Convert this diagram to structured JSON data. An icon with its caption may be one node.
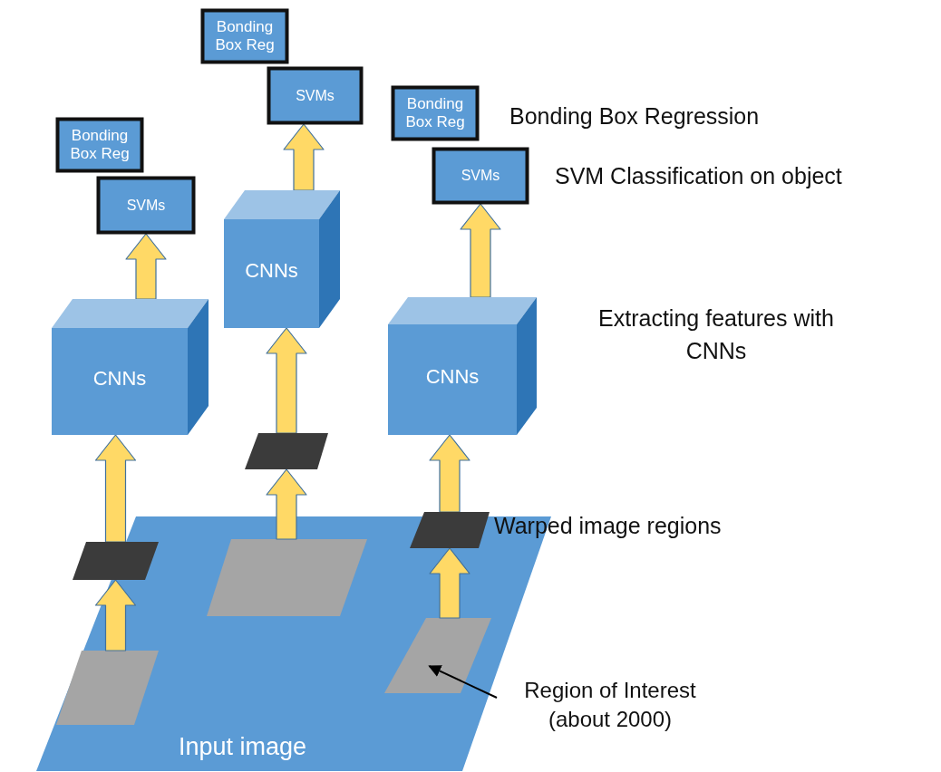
{
  "diagram": {
    "nodes": [
      {
        "text": [
          "Input image"
        ]
      },
      {
        "text": [],
        "shape": "parallelogram",
        "in": 0
      },
      {
        "text": [],
        "shape": "parallelogram",
        "in": 0
      },
      {
        "text": [],
        "shape": "parallelogram",
        "in": 0
      },
      {
        "text": [],
        "shape": "parallelogram"
      },
      {
        "text": [],
        "shape": "parallelogram"
      },
      {
        "text": [],
        "shape": "parallelogram"
      },
      {
        "text": [
          "CNNs"
        ]
      },
      {
        "text": [
          "CNNs"
        ]
      },
      {
        "text": [
          "CNNs"
        ]
      },
      {
        "text": [
          "SVMs"
        ]
      },
      {
        "text": [
          "SVMs"
        ]
      },
      {
        "text": [
          "SVMs"
        ]
      },
      {
        "text": [
          "Bonding Box Reg"
        ]
      },
      {
        "text": [
          "Bonding Box Reg"
        ]
      },
      {
        "text": [
          "Bonding Box Reg"
        ]
      },
      {
        "text": [
          "Region of Interest (about 2000)"
        ]
      }
    ],
    "edges": [
      {
        "from": 1,
        "to": 4,
        "arrow": "to"
      },
      {
        "from": 4,
        "to": 7,
        "arrow": "to"
      },
      {
        "from": 7,
        "to": 10,
        "arrow": "to"
      },
      {
        "from": 2,
        "to": 5,
        "arrow": "to"
      },
      {
        "from": 5,
        "to": 8,
        "arrow": "to"
      },
      {
        "from": 8,
        "to": 11,
        "arrow": "to"
      },
      {
        "from": 3,
        "to": 6,
        "arrow": "to"
      },
      {
        "from": 6,
        "to": 9,
        "arrow": "to"
      },
      {
        "from": 9,
        "to": 12,
        "arrow": "to"
      },
      {
        "from": 16,
        "to": 3,
        "arrow": "to",
        "color": "#000000"
      }
    ],
    "labels": [
      "Bonding Box Regression",
      "SVM Classification on object",
      "Extracting features with CNNs",
      "Warped image regions"
    ]
  }
}
